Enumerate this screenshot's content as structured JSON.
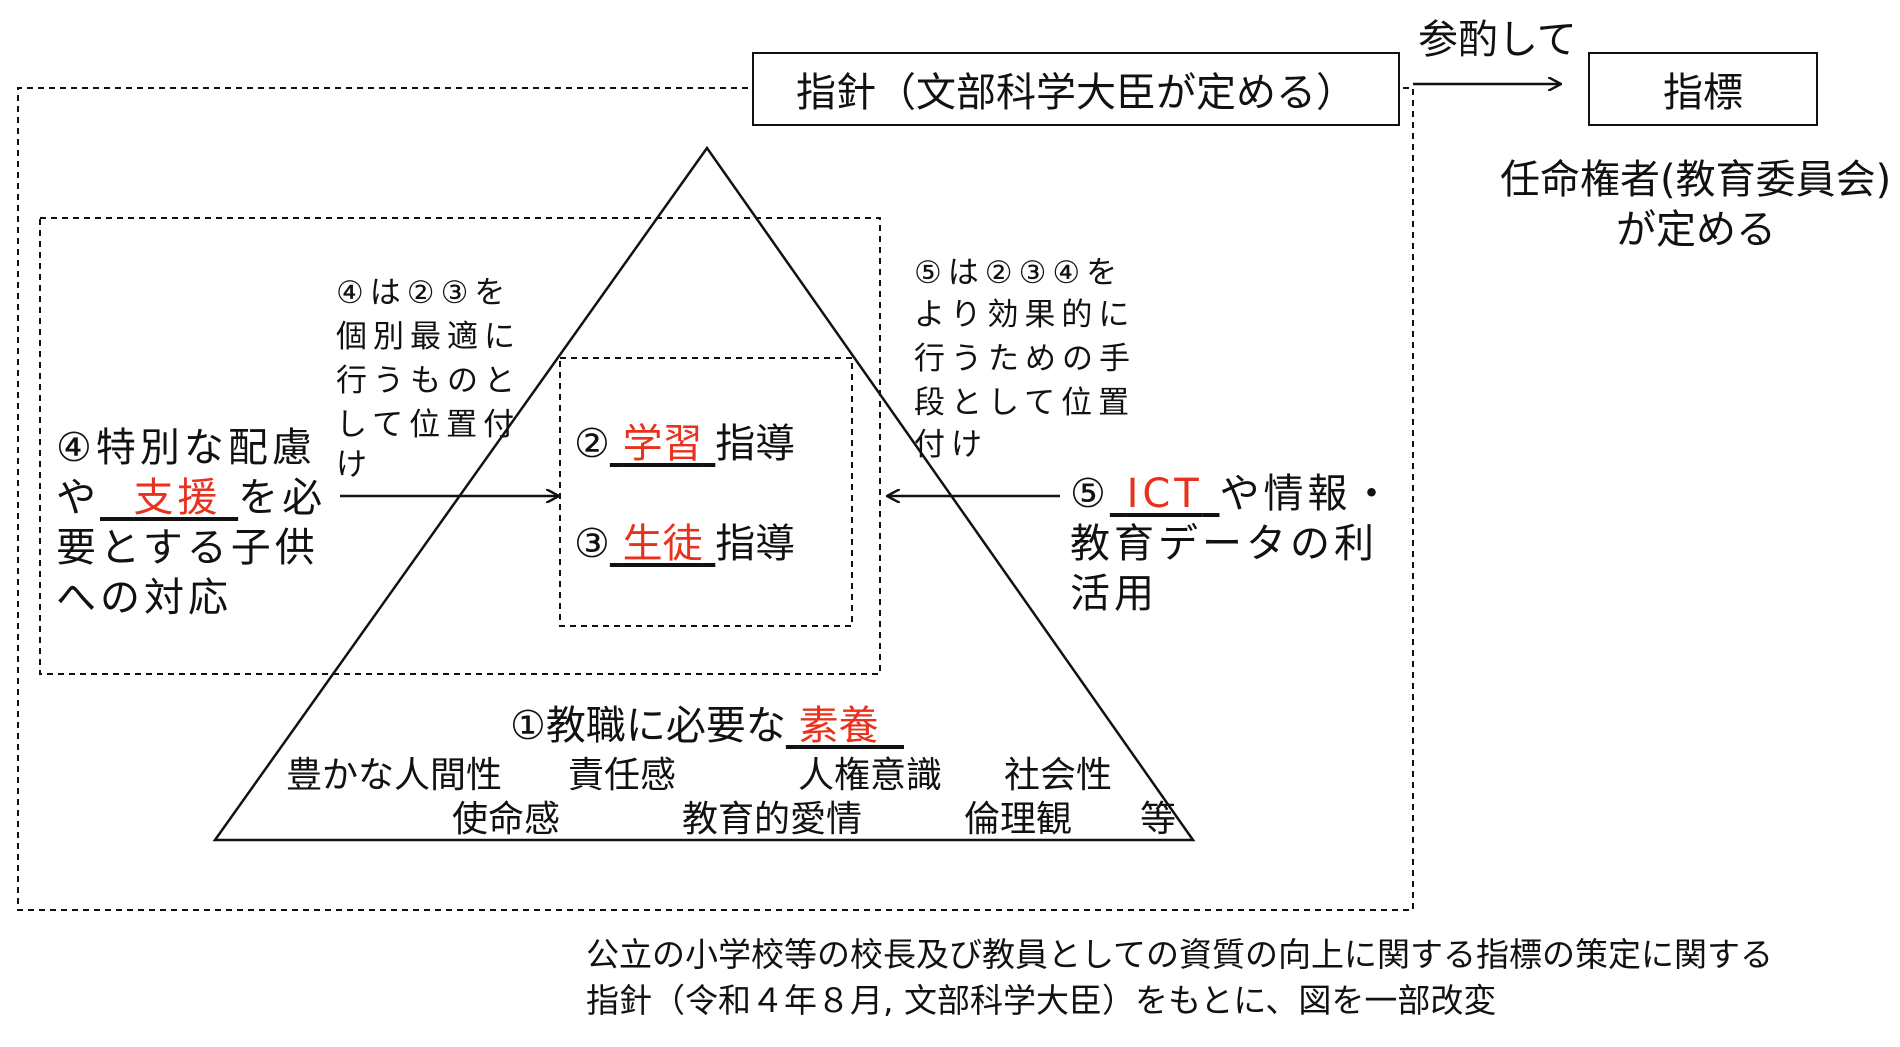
{
  "top": {
    "guideline_label": "指針（文部科学大臣が定める）",
    "reference_label": "参酌して",
    "indicator_label": "指標",
    "appointer_line1": "任命権者(教育委員会)",
    "appointer_line2": "が定める"
  },
  "center": {
    "item2_num": "②",
    "item2_blank": "学習",
    "item2_suffix": "指導",
    "item3_num": "③",
    "item3_blank": "生徒",
    "item3_suffix": "指導"
  },
  "left": {
    "note_lines": [
      "④は②③を",
      "個別最適に",
      "行うものと",
      "して位置付",
      "け"
    ],
    "item4_line1": "④特別な配慮",
    "item4_prefix": "や",
    "item4_blank": "支援",
    "item4_suffix": "を必",
    "item4_line3": "要とする子供",
    "item4_line4": "への対応"
  },
  "right": {
    "note_lines": [
      "⑤は②③④を",
      "より効果的に",
      "行うための手",
      "段として位置",
      "付け"
    ],
    "item5_num": "⑤",
    "item5_blank": "ICT",
    "item5_suffix": "や情報・",
    "item5_line2": "教育データの利",
    "item5_line3": "活用"
  },
  "base": {
    "item1_prefix": "①教職に必要な",
    "item1_blank": "素養",
    "qualities_row1": [
      "豊かな人間性",
      "責任感",
      "人権意識",
      "社会性"
    ],
    "qualities_row2": [
      "使命感",
      "教育的愛情",
      "倫理観",
      "等"
    ]
  },
  "caption": {
    "line1": "公立の小学校等の校長及び教員としての資質の向上に関する指標の策定に関する",
    "line2": "指針（令和４年８月, 文部科学大臣）をもとに、図を一部改変"
  },
  "colors": {
    "line": "#111111",
    "answer_red": "#e8321e",
    "background": "#ffffff"
  }
}
